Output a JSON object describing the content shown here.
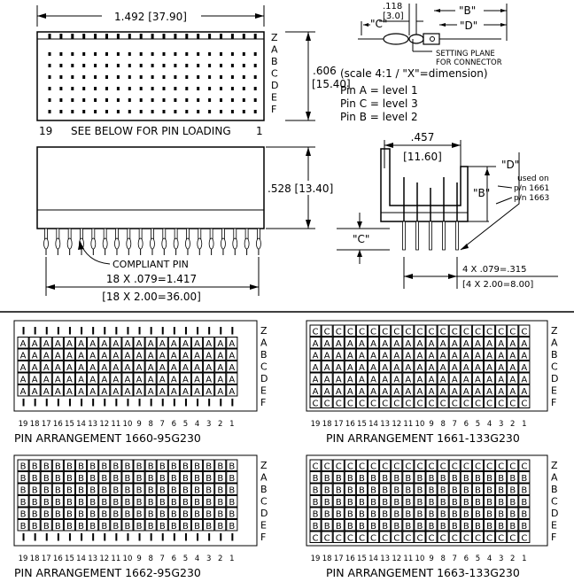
{
  "top_view": {
    "width_dim": "1.492 [37.90]",
    "height_dim_in": ".606",
    "height_dim_mm": "[15.40]",
    "row_letters": [
      "Z",
      "A",
      "B",
      "C",
      "D",
      "E",
      "F"
    ],
    "pos_left": "19",
    "pos_right": "1",
    "note": "SEE BELOW FOR PIN LOADING"
  },
  "side_view": {
    "height_dim": ".528 [13.40]",
    "compliant_label": "COMPLIANT PIN",
    "pitch_in": "18 X .079=1.417",
    "pitch_mm": "[18 X 2.00=36.00]"
  },
  "setting_detail": {
    "dim_in": ".118",
    "dim_mm": "[3.0]",
    "label_c": "\"C\"",
    "label_b": "\"B\"",
    "label_d": "\"D\"",
    "plane_line1": "SETTING PLANE",
    "plane_line2": "FOR CONNECTOR",
    "scale_note": "(scale 4:1 / \"X\"=dimension)",
    "levels": [
      "Pin A = level 1",
      "Pin C = level 3",
      "Pin B = level 2"
    ]
  },
  "end_view": {
    "width_in": ".457",
    "width_mm": "[11.60]",
    "label_d": "\"D\"",
    "label_b": "\"B\"",
    "label_c": "\"C\"",
    "used_on": [
      "used on",
      "p/n  1661",
      "p/n  1663"
    ],
    "pitch_in": "4 X .079=.315",
    "pitch_mm": "[4 X 2.00=8.00]"
  },
  "arrangements": [
    {
      "title": "PIN ARRANGEMENT  1660-95G230",
      "rows": [
        "",
        "A",
        "A",
        "A",
        "A",
        "A",
        ""
      ]
    },
    {
      "title": "PIN ARRANGEMENT  1661-133G230",
      "rows": [
        "C",
        "A",
        "A",
        "A",
        "A",
        "A",
        "C"
      ]
    },
    {
      "title": "PIN ARRANGEMENT  1662-95G230",
      "rows": [
        "B",
        "B",
        "B",
        "B",
        "B",
        "B",
        ""
      ]
    },
    {
      "title": "PIN ARRANGEMENT  1663-133G230",
      "rows": [
        "C",
        "B",
        "B",
        "B",
        "B",
        "B",
        "C"
      ]
    }
  ],
  "grid_row_letters": [
    "Z",
    "A",
    "B",
    "C",
    "D",
    "E",
    "F"
  ],
  "grid_column_numbers": [
    "19",
    "18",
    "17",
    "16",
    "15",
    "14",
    "13",
    "12",
    "11",
    "10",
    "9",
    "8",
    "7",
    "6",
    "5",
    "4",
    "3",
    "2",
    "1"
  ]
}
